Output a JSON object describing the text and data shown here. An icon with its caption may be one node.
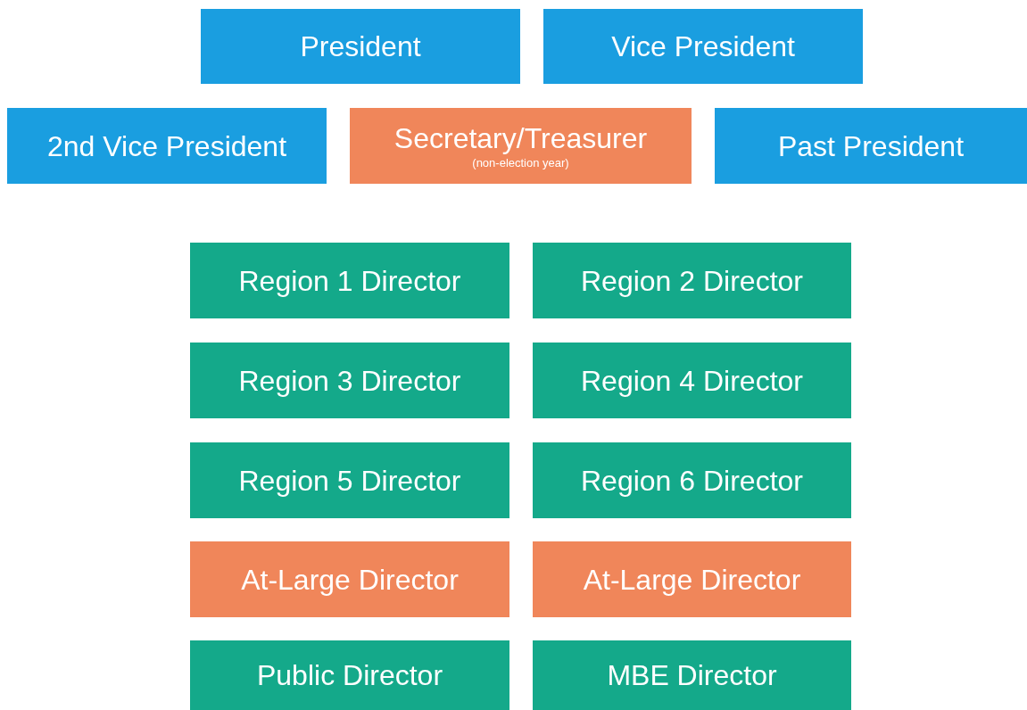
{
  "diagram": {
    "nodes": [
      {
        "text": [
          "President"
        ]
      },
      {
        "text": [
          "Vice President"
        ]
      },
      {
        "text": [
          "2nd Vice President"
        ]
      },
      {
        "text": [
          "Secretary/Treasurer",
          "(non-election year)"
        ]
      },
      {
        "text": [
          "Past President"
        ]
      },
      {
        "text": [
          "Region 1 Director"
        ]
      },
      {
        "text": [
          "Region 2 Director"
        ]
      },
      {
        "text": [
          "Region 3 Director"
        ]
      },
      {
        "text": [
          "Region 4 Director"
        ]
      },
      {
        "text": [
          "Region 5 Director"
        ]
      },
      {
        "text": [
          "Region 6 Director"
        ]
      },
      {
        "text": [
          "At-Large Director"
        ]
      },
      {
        "text": [
          "At-Large Director"
        ]
      },
      {
        "text": [
          "Public Director"
        ]
      },
      {
        "text": [
          "MBE Director"
        ]
      }
    ]
  }
}
